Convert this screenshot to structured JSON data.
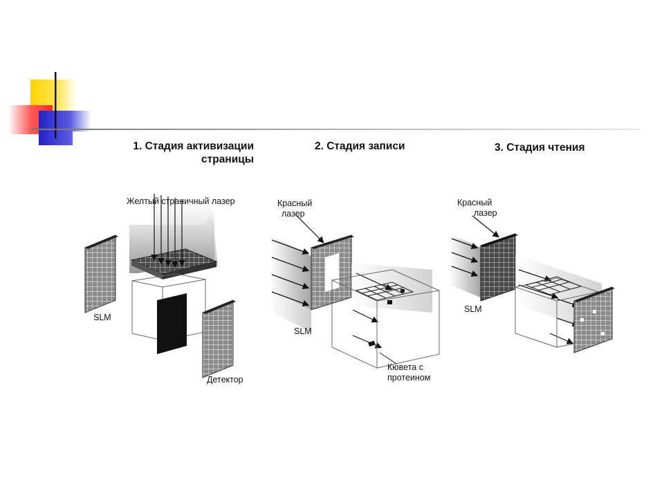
{
  "colors": {
    "accent_yellow": "#FFD700",
    "accent_red": "#FF3B3B",
    "accent_blue": "#2B2BCF",
    "line": "#1a1a1a"
  },
  "stages": [
    {
      "title_line1": "1. Стадия активизации",
      "title_line2": "страницы"
    },
    {
      "title_line1": "2. Стадия записи"
    },
    {
      "title_line1": "3. Стадия чтения"
    }
  ],
  "labels": {
    "yellow_laser": "Желтый страничный лазер",
    "slm_1": "SLM",
    "detector": "Детектор",
    "red_laser_2_line1": "Красный",
    "red_laser_2_line2": "лазер",
    "slm_2": "SLM",
    "cuvette_line1": "Кювета с",
    "cuvette_line2": "протеином",
    "red_laser_3_line1": "Красный",
    "red_laser_3_line2": "лазер",
    "slm_3": "SLM"
  }
}
